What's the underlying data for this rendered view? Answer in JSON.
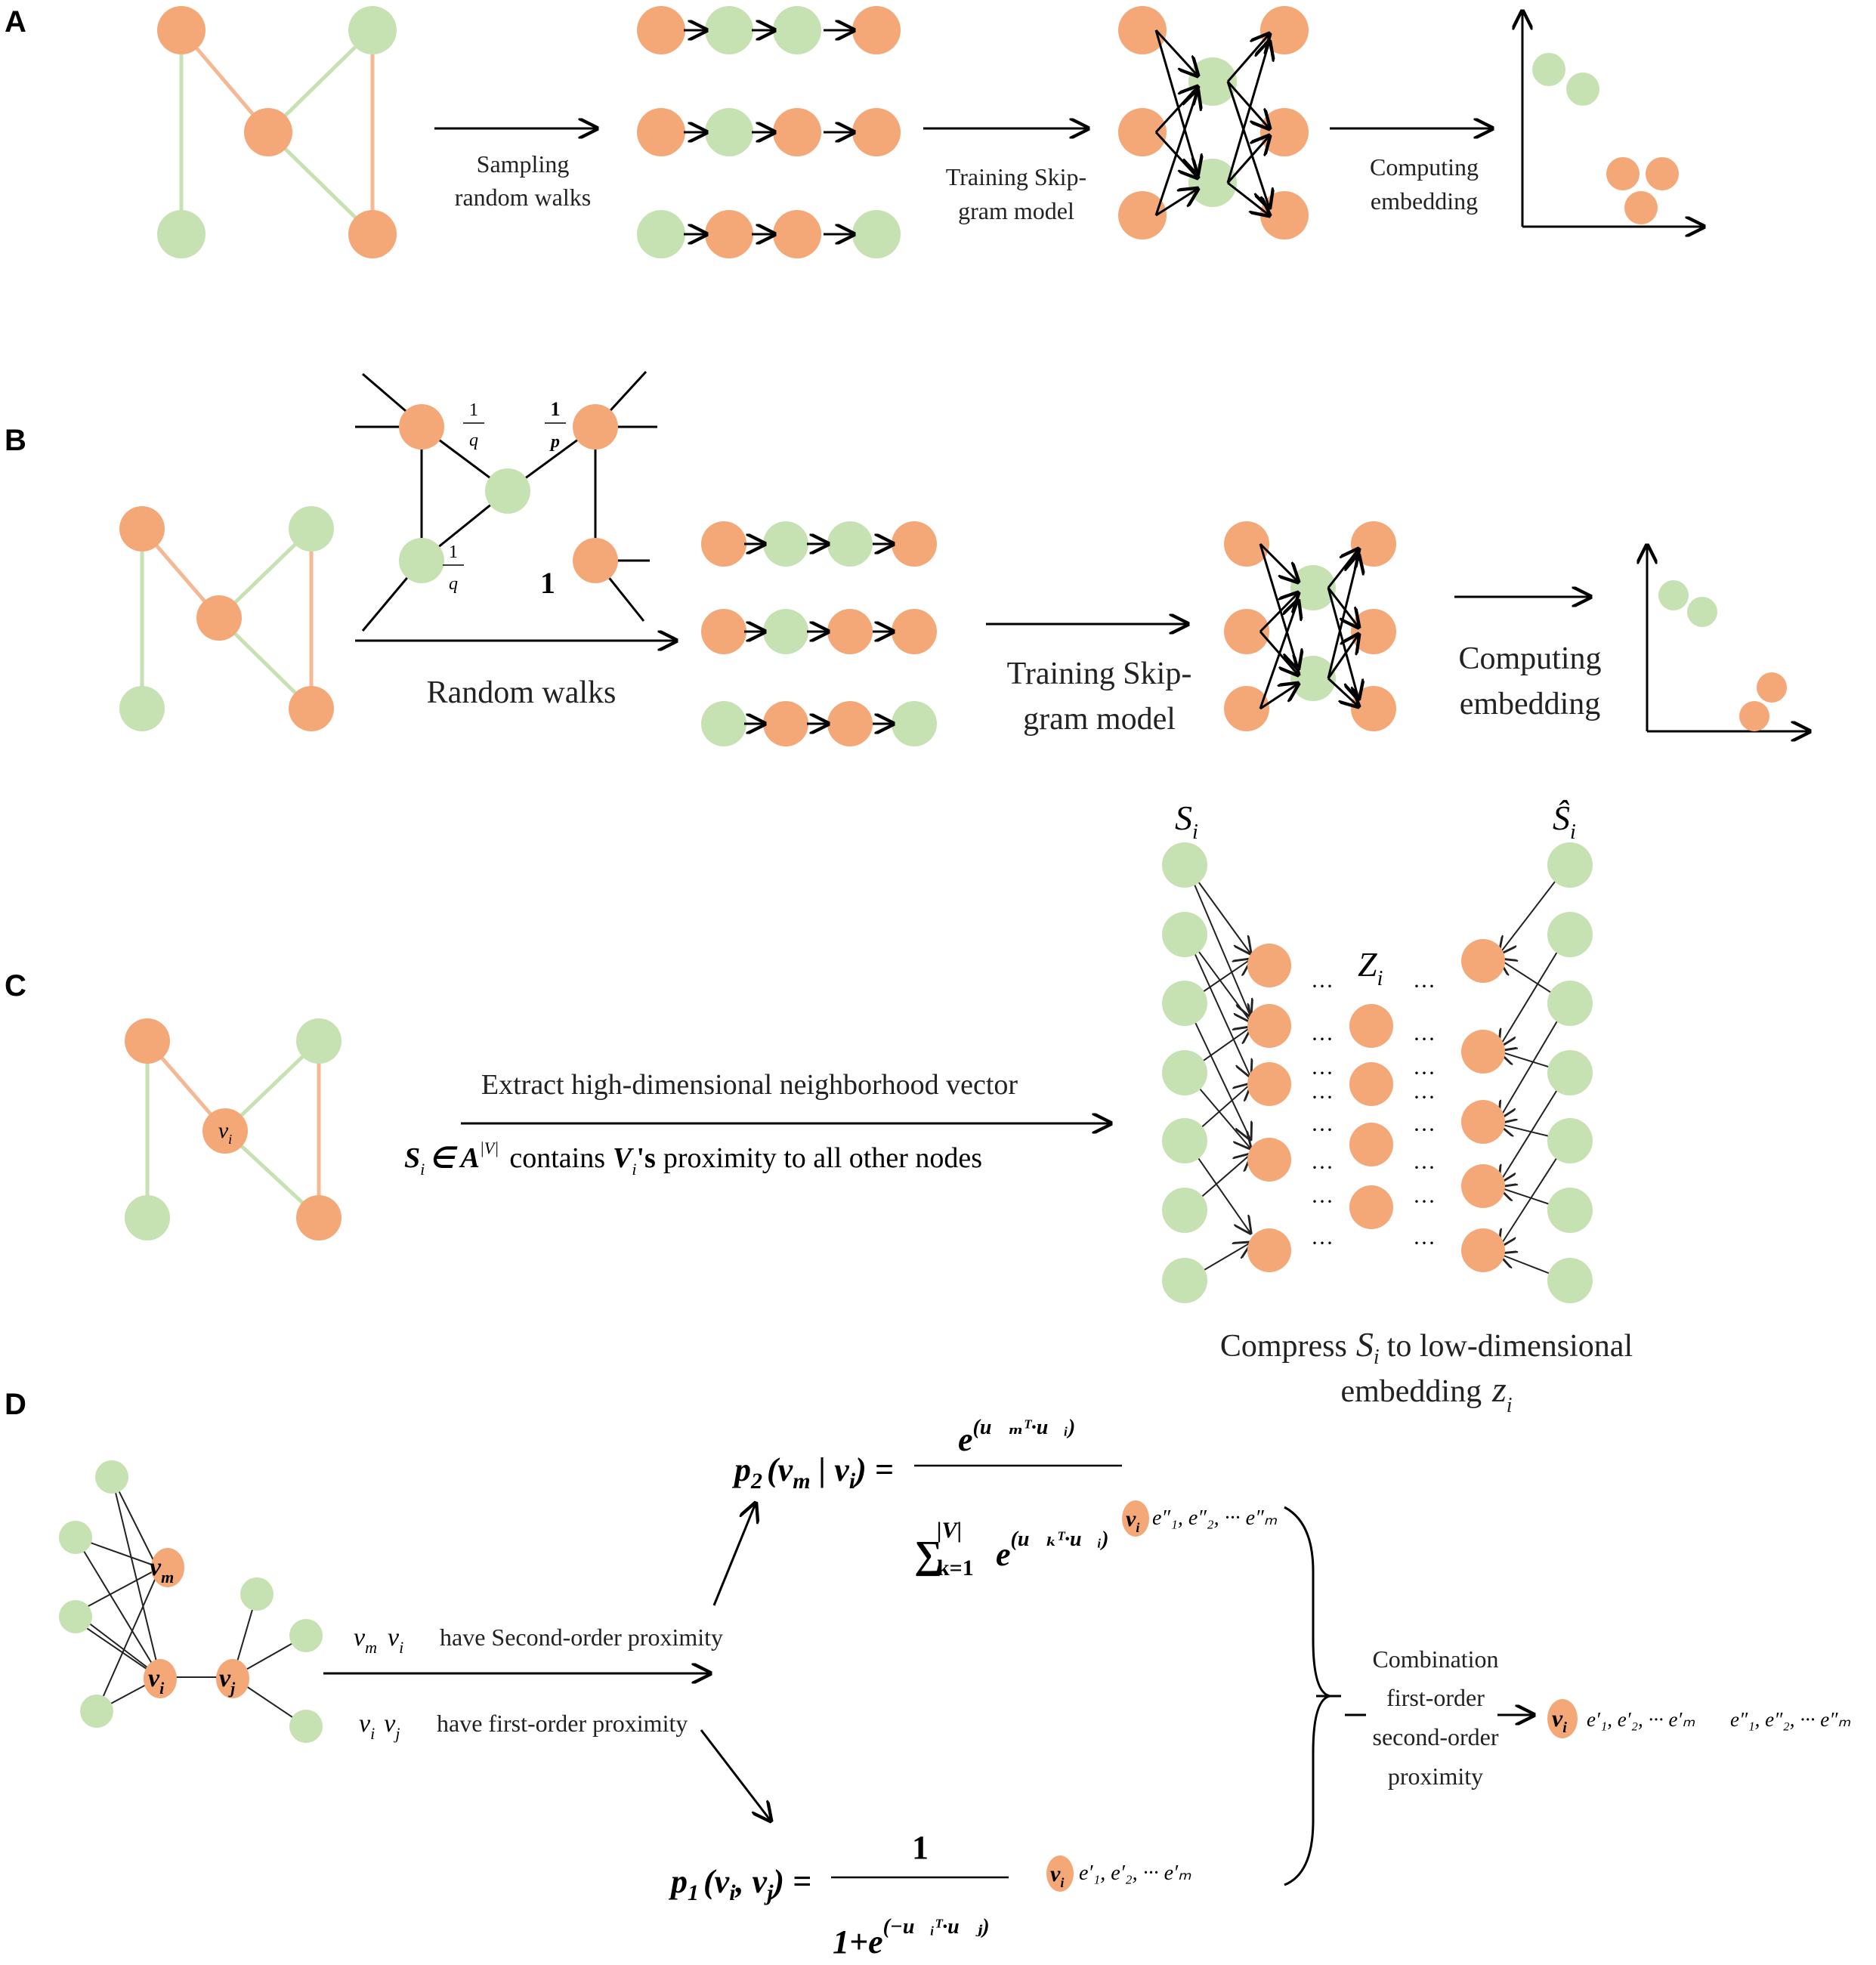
{
  "panels": {
    "a": {
      "label": "A",
      "step1": [
        "Sampling",
        "random walks"
      ],
      "step2": [
        "Training Skip-",
        "gram model"
      ],
      "step3": [
        "Computing",
        "embedding"
      ]
    },
    "b": {
      "label": "B",
      "w1": "1",
      "w_q_num": "1",
      "w_q_den": "q",
      "w_p_num": "1",
      "w_p_den": "p",
      "step1": "Random walks",
      "step2": [
        "Training Skip-",
        "gram model"
      ],
      "step3": [
        "Computing",
        "embedding"
      ]
    },
    "c": {
      "label": "C",
      "node": "v",
      "node_sub": "i",
      "line1": "Extract high-dimensional neighborhood vector",
      "line2_a": "S",
      "line2_b": "i",
      "line2_c": "∈ A",
      "line2_d": "|V|",
      "line2_e": "contains",
      "line2_f": "V",
      "line2_g": "i",
      "line2_h": "'s",
      "line2_i": "proximity to all other nodes",
      "in_label": "S",
      "in_sub": "i",
      "mid_label": "Z",
      "mid_sub": "i",
      "out_label": "Ŝ",
      "out_sub": "i",
      "dots": "···",
      "caption1_a": "Compress",
      "caption1_b": "S",
      "caption1_c": "i",
      "caption1_d": "to low-dimensional",
      "caption2_a": "embedding",
      "caption2_b": "z",
      "caption2_c": "i"
    },
    "d": {
      "label": "D",
      "vm": "v",
      "vm_sub": "m",
      "vi": "v",
      "vi_sub": "i",
      "vj": "v",
      "vj_sub": "j",
      "second_order": "have Second-order proximity",
      "first_order": "have first-order proximity",
      "p2_lhs": "p",
      "p2_lhs_sub": "2",
      "p2_args": "(v",
      "p2_args2": "m",
      "p2_args3": " | v",
      "p2_args4": "i",
      "p2_args5": ") =",
      "p2_num": "e",
      "p2_num_exp": "(u⃗ₘᵀ·u⃗ᵢ)",
      "p2_den_sum": "∑",
      "p2_den_top": "|V|",
      "p2_den_bot": "k=1",
      "p2_den_e": "e",
      "p2_den_exp": "(u⃗ₖᵀ·u⃗ᵢ)",
      "p1_lhs": "p",
      "p1_lhs_sub": "1",
      "p1_args": "(v",
      "p1_args2": "i",
      "p1_args3": ", v",
      "p1_args4": "j",
      "p1_args5": ") =",
      "p1_num": "1",
      "p1_den": "1+e",
      "p1_den_exp": "(−u⃗ᵢᵀ·u⃗ⱼ)",
      "e2_seq": "e″₁, e″₂, ··· e″ₘ",
      "e1_seq": "e′₁, e′₂, ··· e′ₘ",
      "combo": [
        "Combination",
        "first-order",
        "second-order",
        "proximity"
      ],
      "final_e1": "e′₁, e′₂, ··· e′ₘ",
      "final_e2": "e″₁, e″₂, ··· e″ₘ"
    }
  }
}
